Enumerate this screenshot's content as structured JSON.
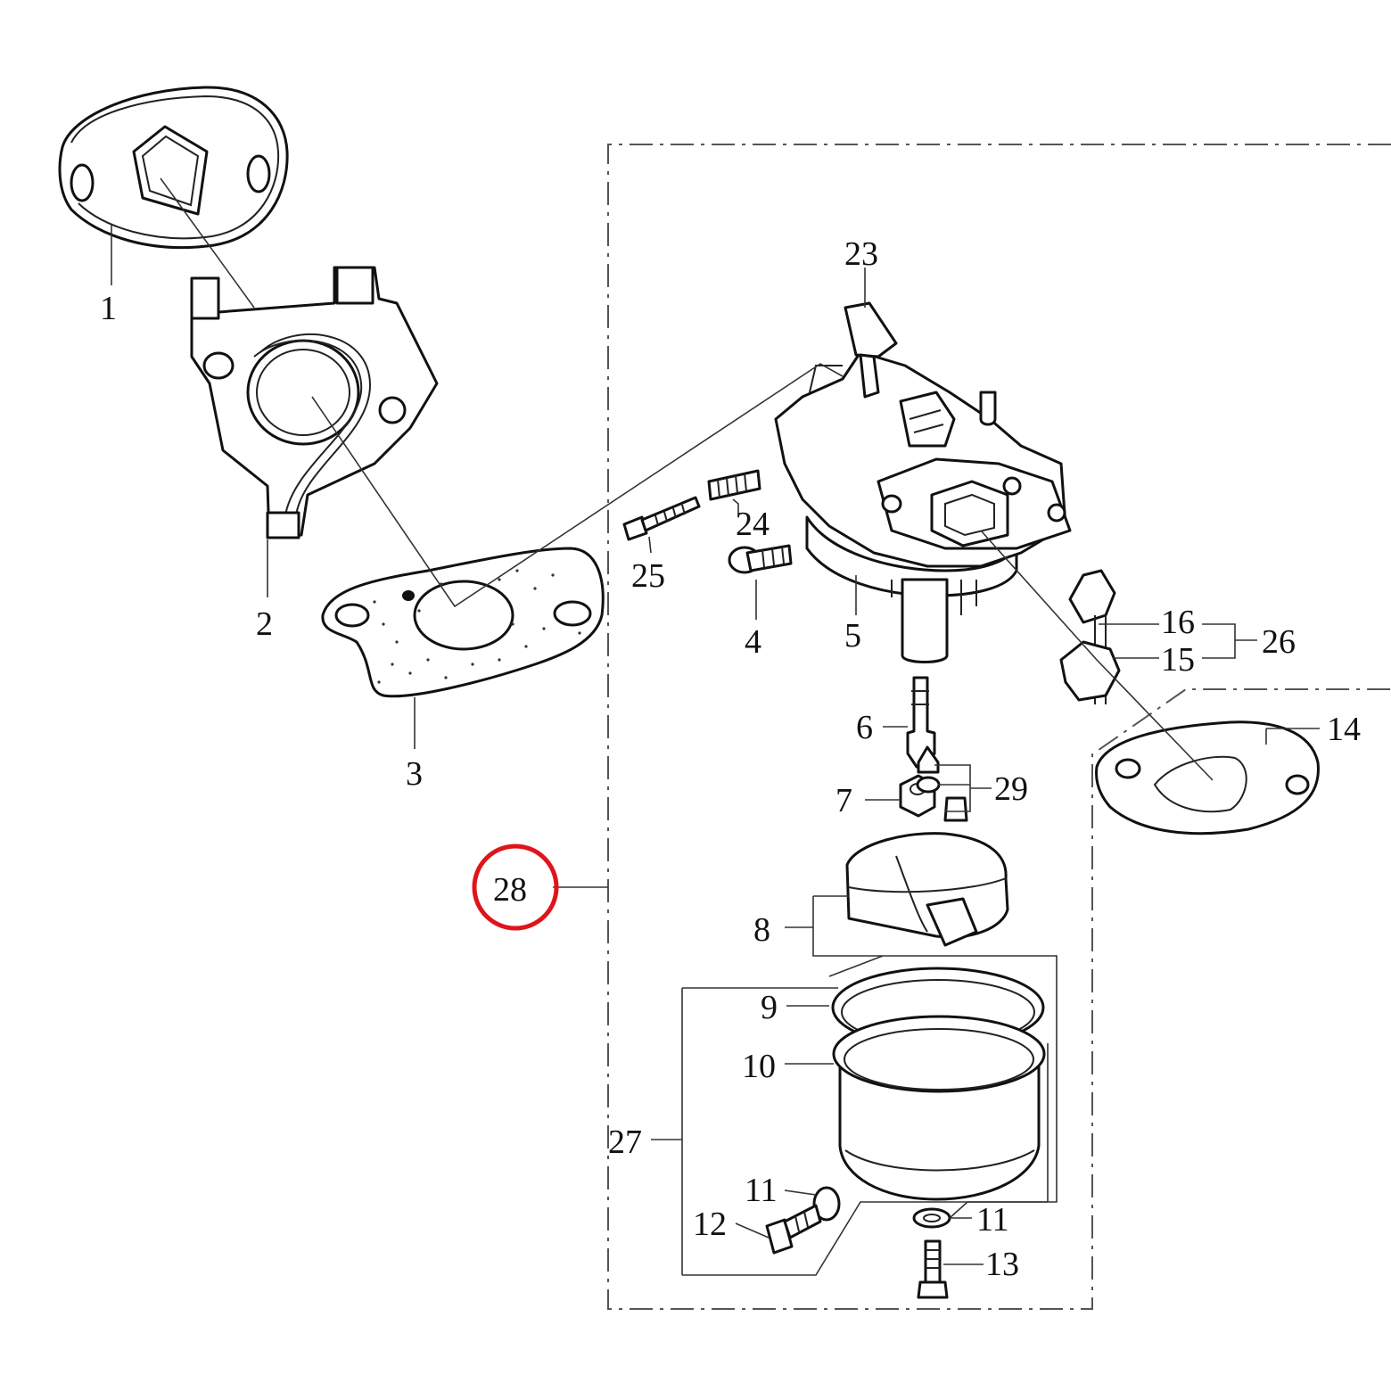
{
  "diagram": {
    "highlight_color": "#e0141b",
    "labels": {
      "p1": "1",
      "p2": "2",
      "p3": "3",
      "p4": "4",
      "p5": "5",
      "p6": "6",
      "p7": "7",
      "p8": "8",
      "p9": "9",
      "p10": "10",
      "p11a": "11",
      "p11b": "11",
      "p12": "12",
      "p13": "13",
      "p14": "14",
      "p15": "15",
      "p16": "16",
      "p23": "23",
      "p24": "24",
      "p25": "25",
      "p26": "26",
      "p27": "27",
      "p28": "28",
      "p29": "29"
    }
  }
}
